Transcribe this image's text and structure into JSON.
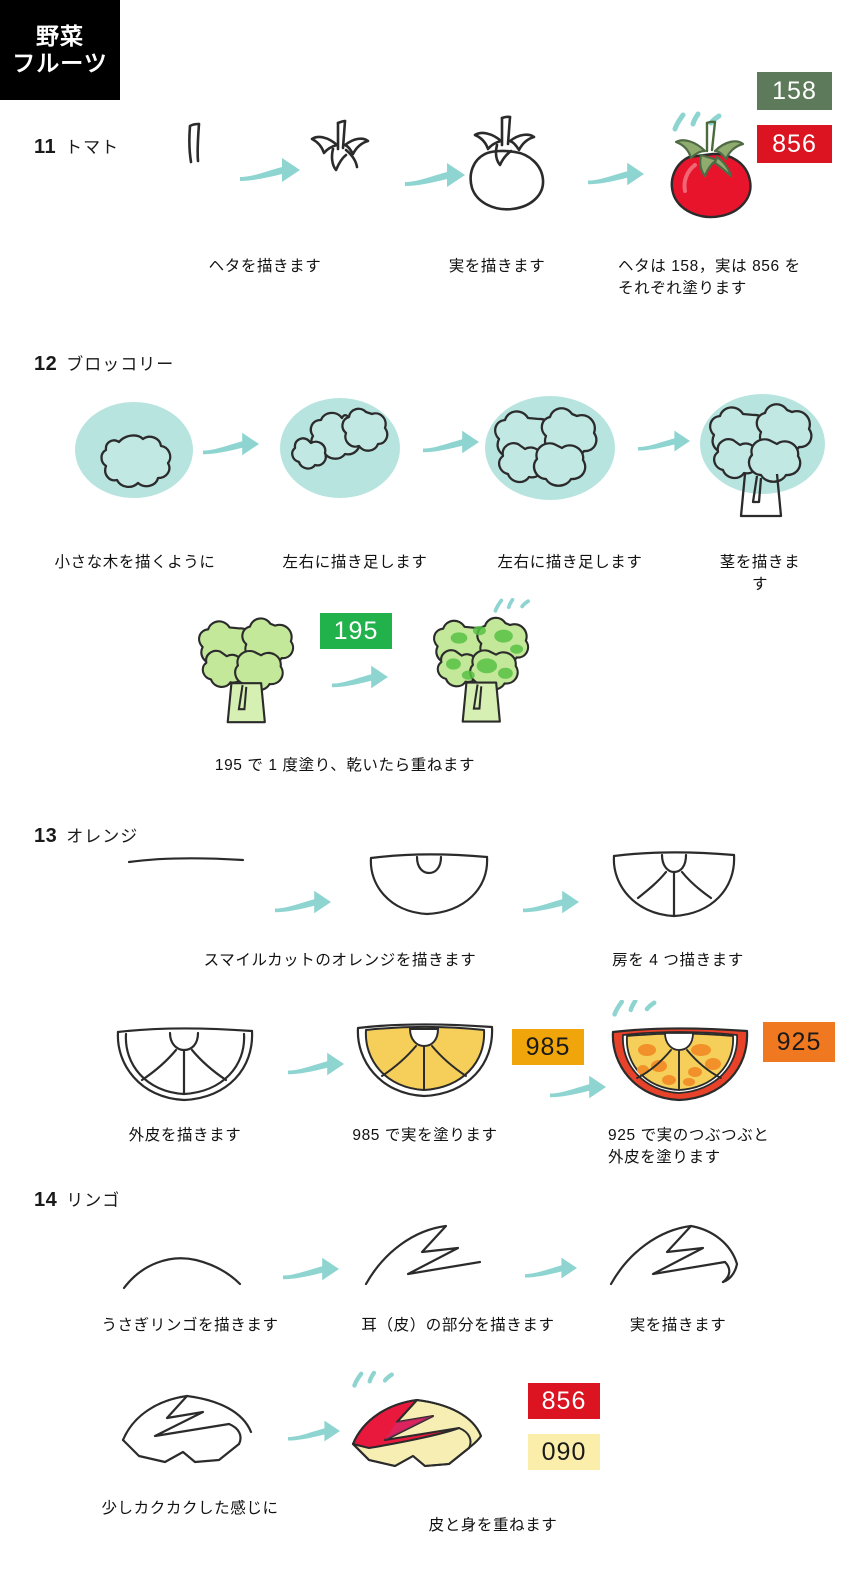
{
  "corner_tab": {
    "line1": "野菜",
    "line2": "フルーツ"
  },
  "palette": {
    "arrow": "#8ed4d0",
    "guide_oval": "#b8e4e0",
    "sketch_ink": "#2b2b2b",
    "swatch_158": "#5d7a5a",
    "swatch_856": "#dc1422",
    "swatch_195": "#22b24c",
    "swatch_985": "#f0a50a",
    "swatch_925": "#f07820",
    "swatch_090": "#faeeaa"
  },
  "sections": [
    {
      "number": "11",
      "name": "トマト",
      "captions": [
        "ヘタを描きます",
        "実を描きます",
        "ヘタは 158，実は 856 を\nそれぞれ塗ります"
      ],
      "swatches": [
        {
          "code": "158",
          "bg": "#5d7a5a",
          "fg": "#ffffff"
        },
        {
          "code": "856",
          "bg": "#dc1422",
          "fg": "#ffffff"
        }
      ]
    },
    {
      "number": "12",
      "name": "ブロッコリー",
      "captions": [
        "小さな木を描くように",
        "左右に描き足します",
        "左右に描き足します",
        "茎を描きます",
        "195 で 1 度塗り、乾いたら重ねます"
      ],
      "swatches": [
        {
          "code": "195",
          "bg": "#22b24c",
          "fg": "#ffffff"
        }
      ]
    },
    {
      "number": "13",
      "name": "オレンジ",
      "captions": [
        "スマイルカットのオレンジを描きます",
        "房を 4 つ描きます",
        "外皮を描きます",
        "985 で実を塗ります",
        "925 で実のつぶつぶと\n外皮を塗ります"
      ],
      "swatches": [
        {
          "code": "985",
          "bg": "#f0a50a",
          "fg": "#1a1a1a"
        },
        {
          "code": "925",
          "bg": "#f07820",
          "fg": "#1a1a1a"
        }
      ]
    },
    {
      "number": "14",
      "name": "リンゴ",
      "captions": [
        "うさぎリンゴを描きます",
        "耳（皮）の部分を描きます",
        "実を描きます",
        "少しカクカクした感じに",
        "皮と身を重ねます"
      ],
      "swatches": [
        {
          "code": "856",
          "bg": "#dc1422",
          "fg": "#ffffff"
        },
        {
          "code": "090",
          "bg": "#faeeaa",
          "fg": "#1a1a1a"
        }
      ]
    }
  ]
}
